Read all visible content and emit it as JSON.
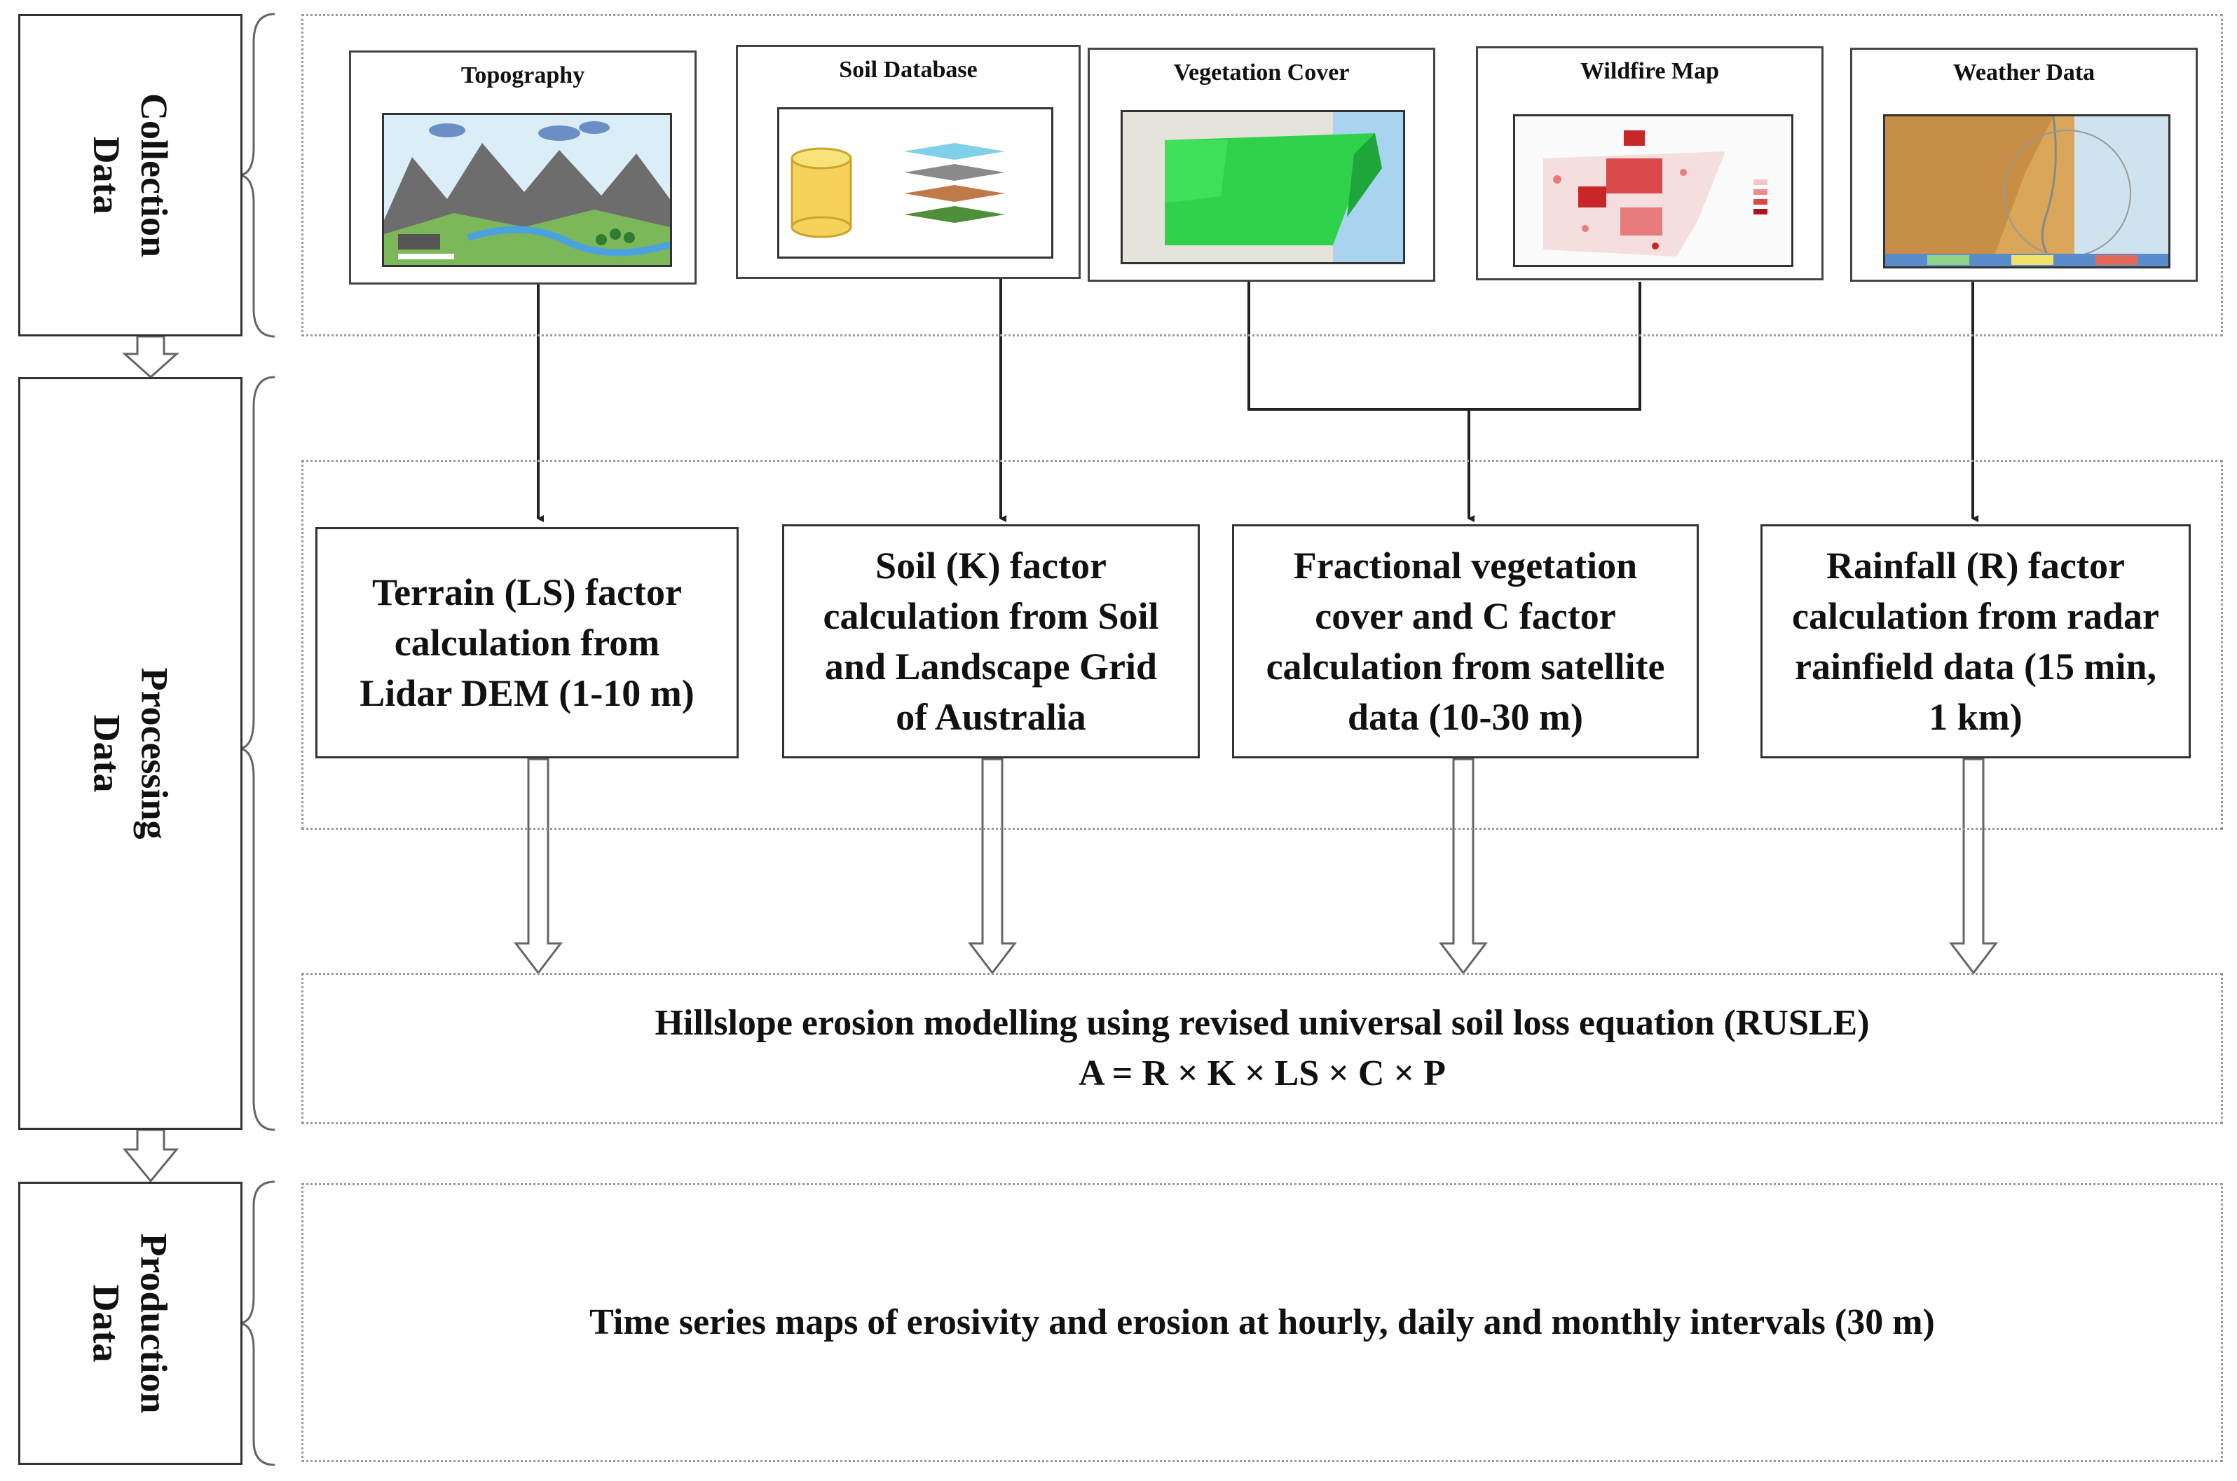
{
  "stages": {
    "collection": "Collection\nData",
    "processing": "Processing\nData",
    "production": "Production\nData"
  },
  "sources": [
    {
      "title": "Topography",
      "icon": "topography-illustration"
    },
    {
      "title": "Soil Database",
      "icon": "database-layers-illustration"
    },
    {
      "title": "Vegetation Cover",
      "icon": "vegetation-map"
    },
    {
      "title": "Wildfire Map",
      "icon": "wildfire-map"
    },
    {
      "title": "Weather Data",
      "icon": "radar-map"
    }
  ],
  "factors": [
    "Terrain (LS) factor\ncalculation from\nLidar DEM (1-10 m)",
    "Soil (K) factor\ncalculation from Soil\nand Landscape Grid\nof Australia",
    "Fractional vegetation\ncover and C factor\ncalculation from satellite\ndata (10-30 m)",
    "Rainfall (R) factor\ncalculation from radar\nrainfield data (15 min,\n1 km)"
  ],
  "model": {
    "title": "Hillslope erosion modelling using revised universal soil loss equation (RUSLE)",
    "equation": "A = R × K × LS × C × P"
  },
  "output": {
    "text": "Time series maps of erosivity and erosion at hourly, daily and monthly intervals (30 m)"
  },
  "colors": {
    "vegetation": "#2fd24a",
    "wildfire": "#c8262a",
    "radar": "#d9a65a",
    "water": "#a8d4f0"
  }
}
